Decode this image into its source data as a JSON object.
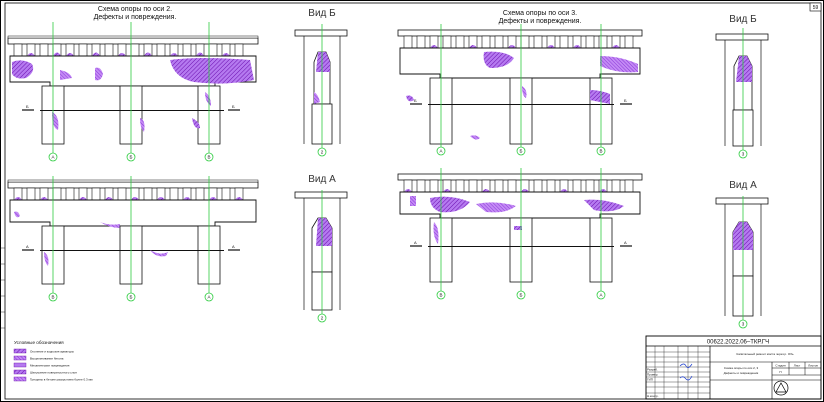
{
  "sheet": {
    "number": "59"
  },
  "drawings": {
    "top_left_title": [
      "Схема опоры по оси 2.",
      "Дефекты и повреждения."
    ],
    "top_right_title": [
      "Схема опоры по оси 3.",
      "Дефекты и повреждения."
    ],
    "view_b": "Вид Б",
    "view_a": "Вид А",
    "axes_left_top": [
      "А",
      "Б",
      "В"
    ],
    "axes_left_bottom": [
      "В",
      "Б",
      "А"
    ],
    "axes_right_top": [
      "А",
      "Б",
      "В"
    ],
    "axes_right_bottom": [
      "В",
      "Б",
      "А"
    ],
    "pier_left": "2",
    "pier_right": "3",
    "section_marks": [
      "А",
      "Б"
    ]
  },
  "legend": {
    "title": "Условные обозначения",
    "items": [
      "Оголение и коррозия арматуры",
      "Выщелачивание бетона",
      "Механические повреждения",
      "Шелушение поверхностного слоя",
      "Трещины в бетоне раскрытием более 0.3 мм"
    ]
  },
  "title_block": {
    "code": "00622.2022.06–ТКР.ГЧ",
    "project": "Капитальный ремонт моста через р. Обь",
    "sheet_title": [
      "Схема опоры по оси 2, 3",
      "Дефекты и повреждения"
    ],
    "stage_label": "Стадия",
    "sheet_label": "Лист",
    "sheets_label": "Листов",
    "stage_value": "П",
    "roles": [
      "Разраб.",
      "Провер.",
      "ГИП",
      "Н.контр."
    ]
  },
  "colors": {
    "defect": "#8a2be2",
    "axis": "#2ecc40",
    "line": "#1a1a1a"
  }
}
